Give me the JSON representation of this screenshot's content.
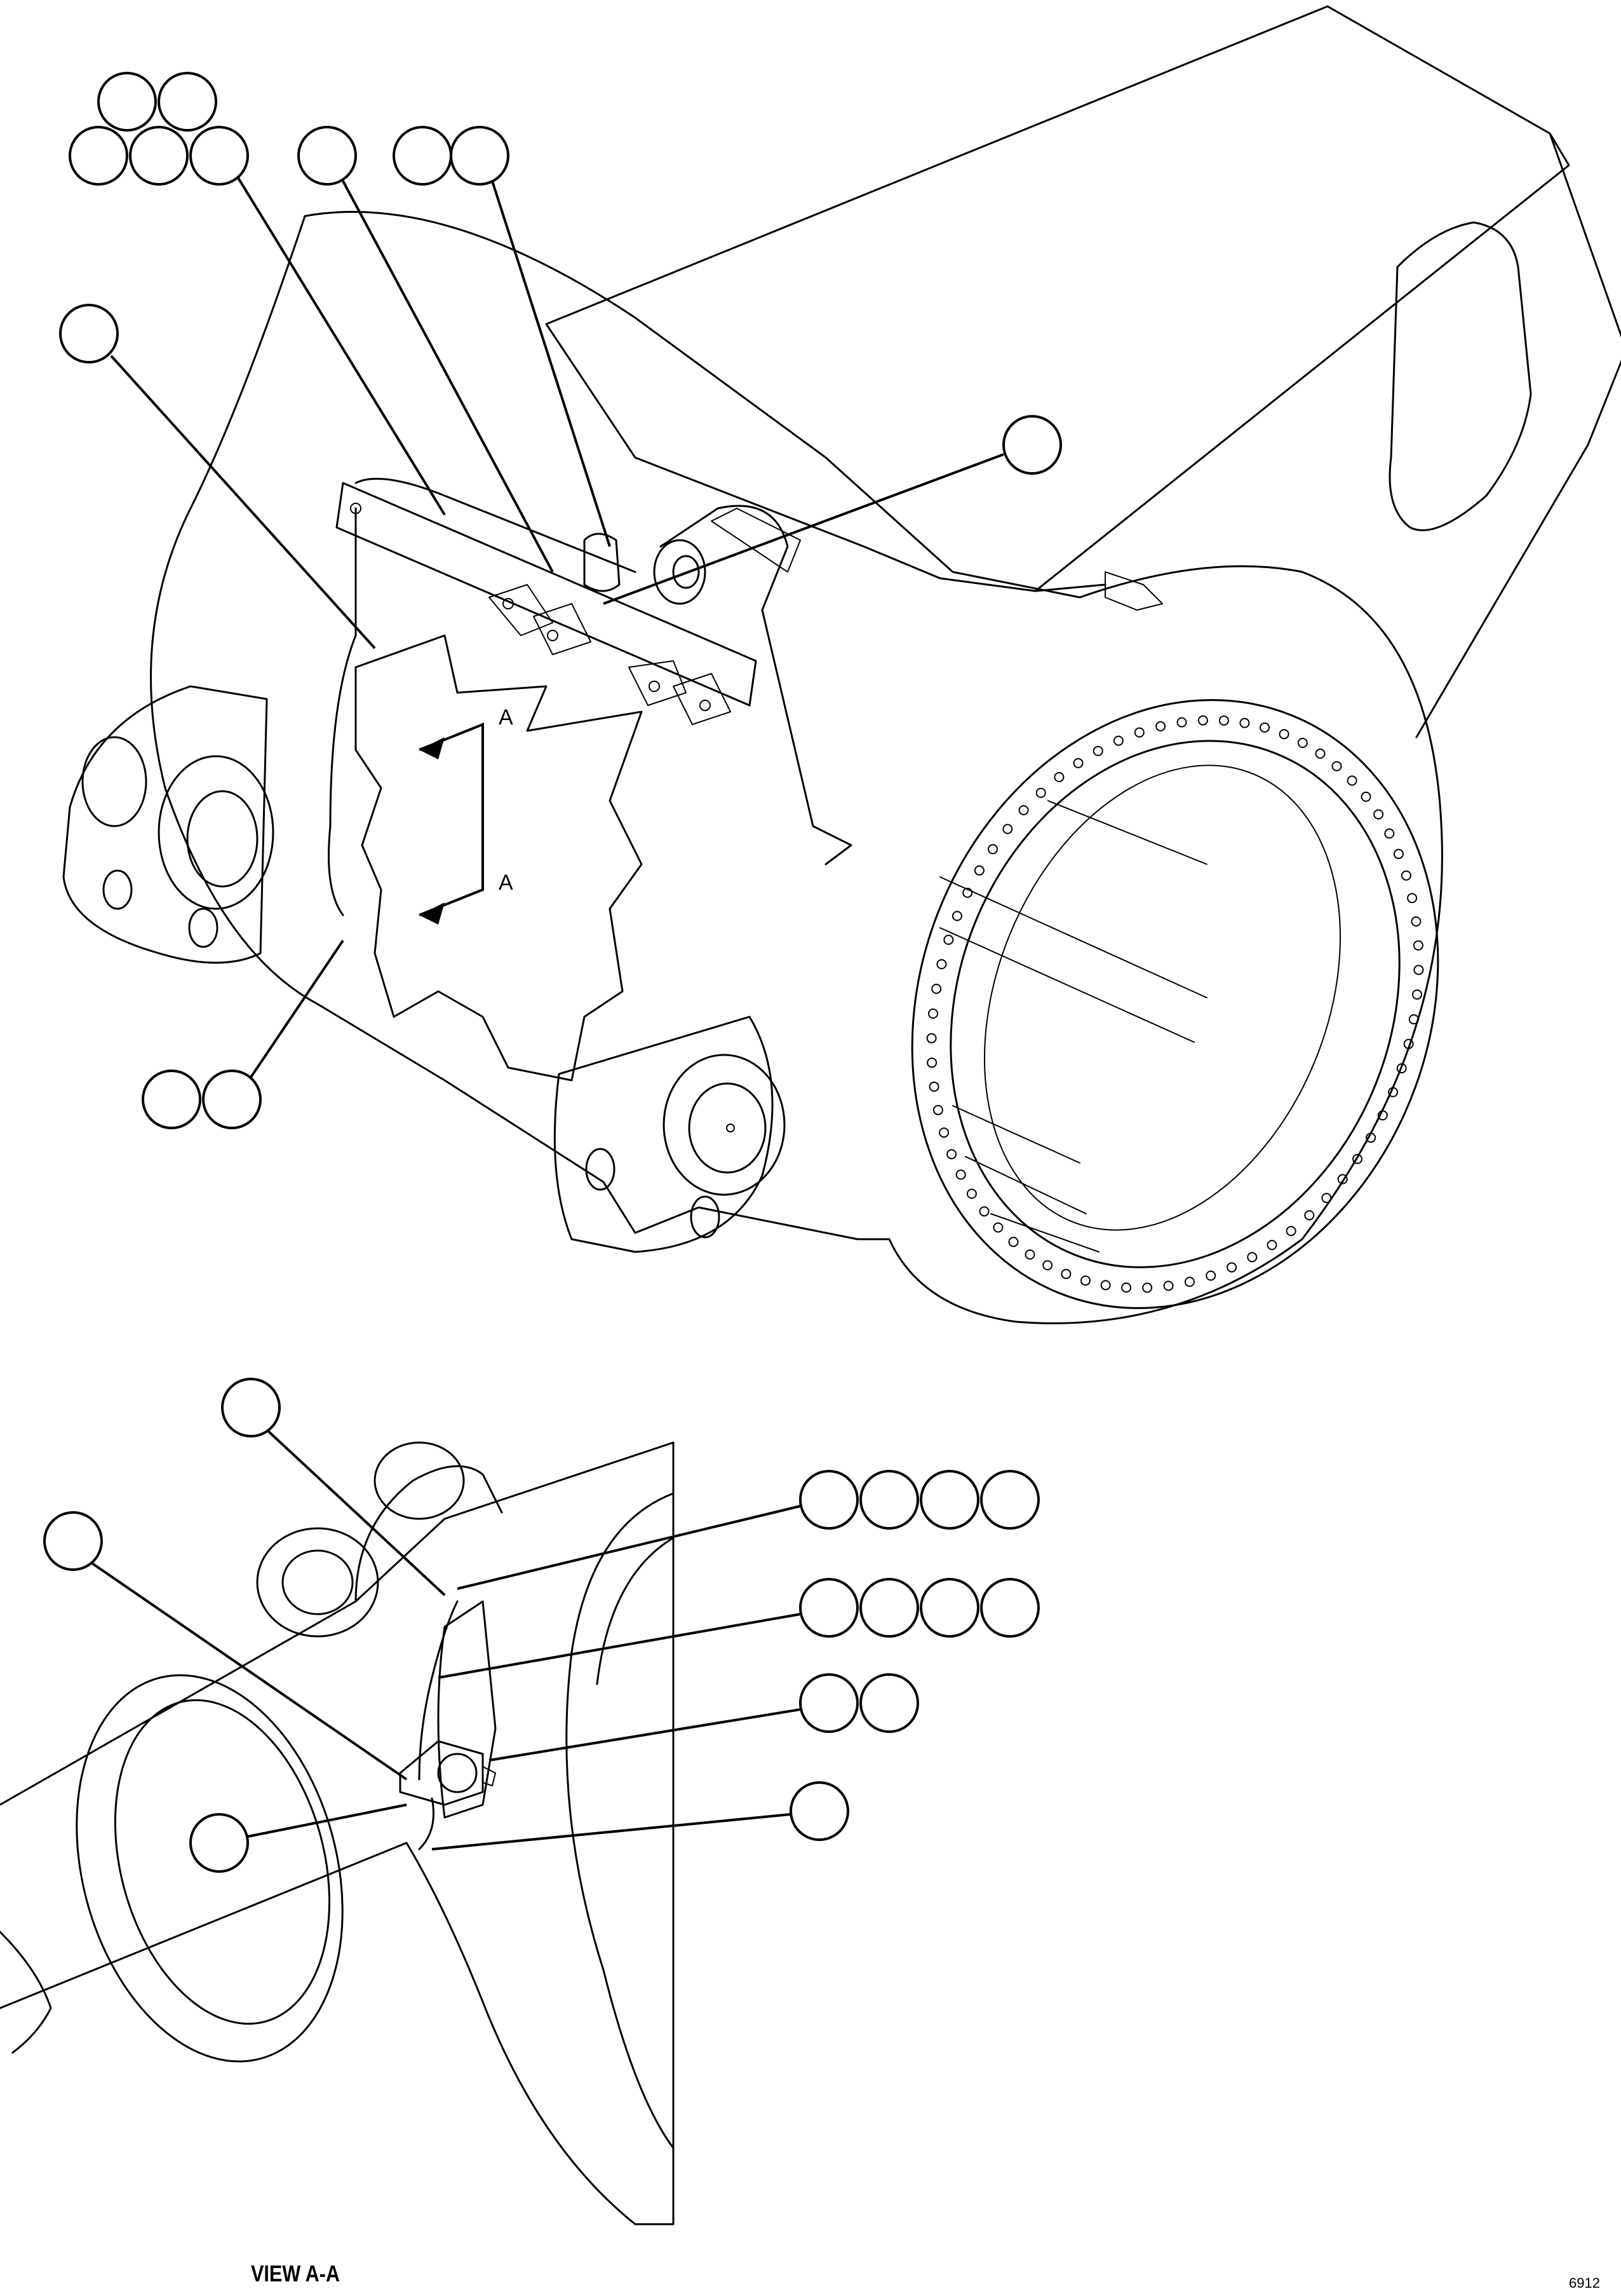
{
  "drawing": {
    "section_marker_upper": "A",
    "section_marker_lower": "A",
    "view_caption": "VIEW A-A",
    "figure_code": "6912",
    "colors": {
      "line": "#000000",
      "background": "#ffffff"
    }
  }
}
